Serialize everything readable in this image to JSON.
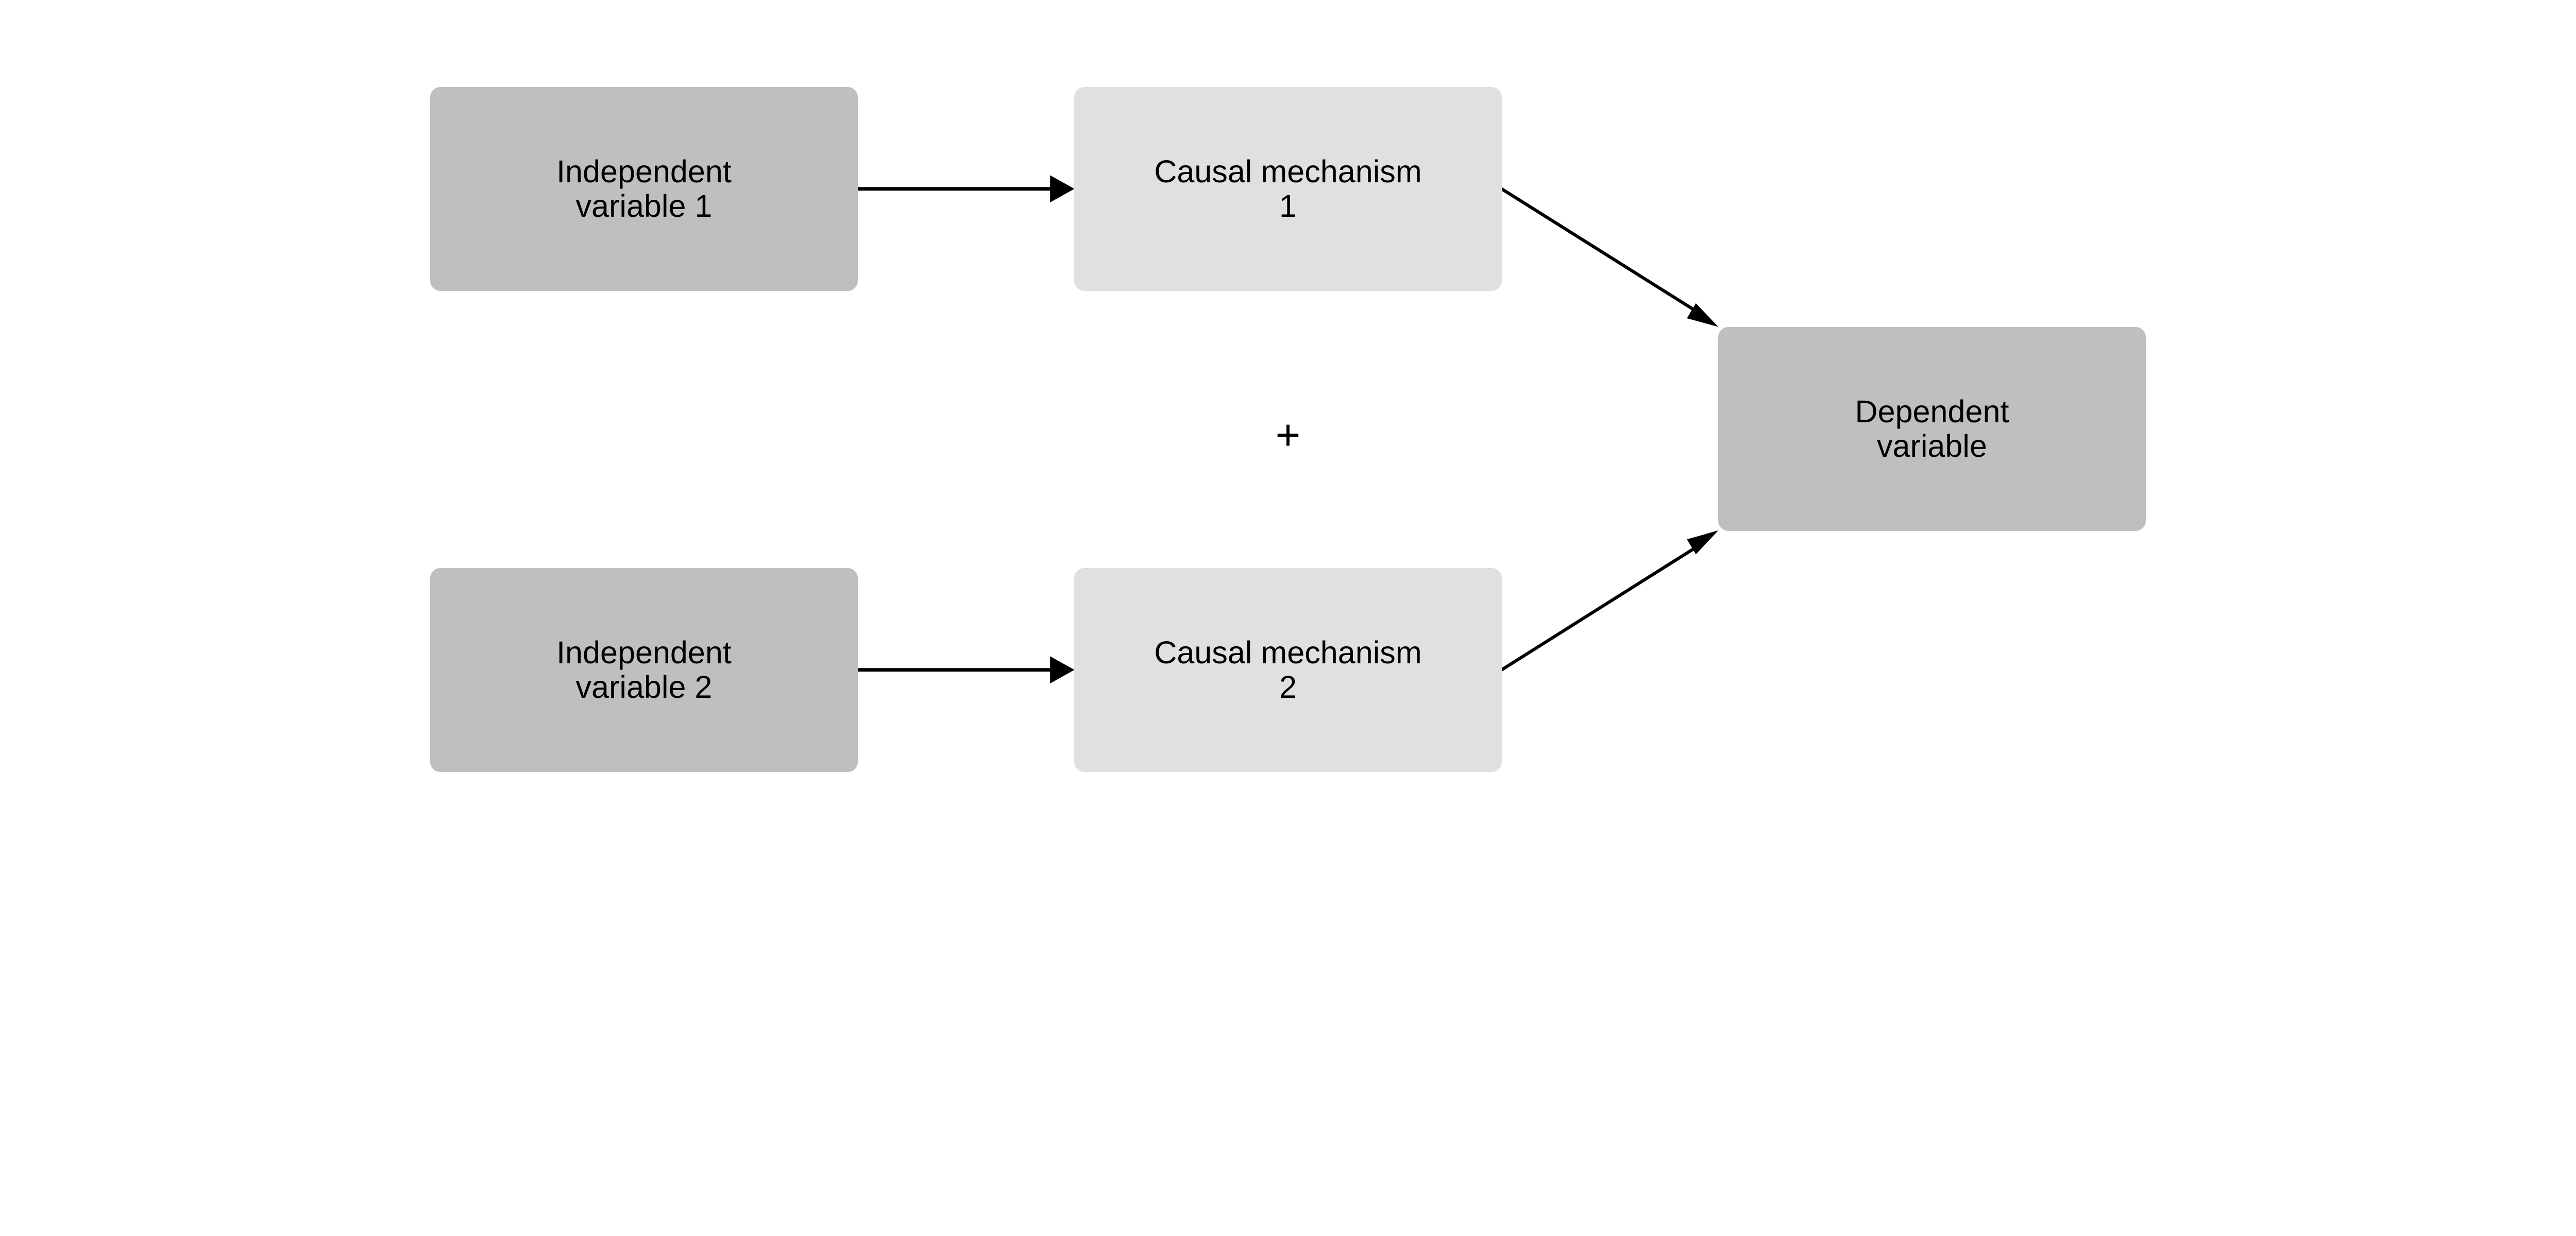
{
  "colors": {
    "independent_box": "#bfbfbf",
    "mechanism_box": "#e0e0e0",
    "dependent_box": "#bfbfbf",
    "arrow": "#000000"
  },
  "nodes": {
    "iv1": {
      "line1": "Independent",
      "line2": "variable 1"
    },
    "iv2": {
      "line1": "Independent",
      "line2": "variable 2"
    },
    "cm1": {
      "line1": "Causal mechanism",
      "line2": "1"
    },
    "cm2": {
      "line1": "Causal mechanism",
      "line2": "2"
    },
    "dv": {
      "line1": "Dependent",
      "line2": "variable"
    }
  },
  "operator": "+"
}
